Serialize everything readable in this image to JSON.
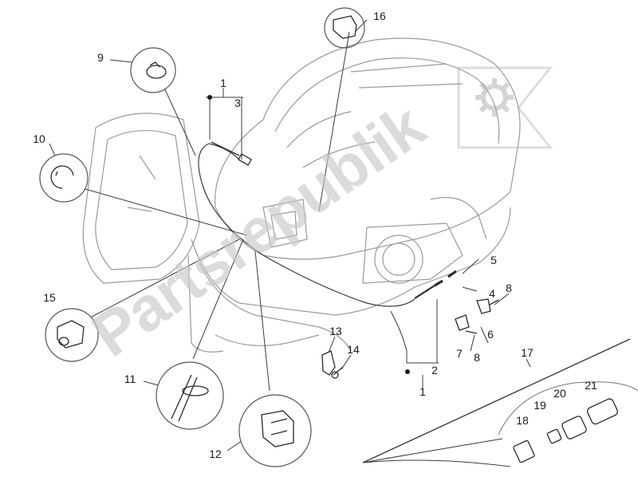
{
  "diagram": {
    "watermark_text": "Partsrepublik",
    "line_color": "#3a3a3a",
    "watermark_color": "#c8c8c8",
    "callouts": {
      "c1_top": "1",
      "c3": "3",
      "c16": "16",
      "c9": "9",
      "c10": "10",
      "c5": "5",
      "c4": "4",
      "c8_top": "8",
      "c6": "6",
      "c7": "7",
      "c8_bottom": "8",
      "c13": "13",
      "c14": "14",
      "c2": "2",
      "c1_bottom": "1",
      "c15": "15",
      "c11": "11",
      "c12": "12",
      "c17": "17",
      "c18": "18",
      "c19": "19",
      "c20": "20",
      "c21": "21"
    }
  }
}
